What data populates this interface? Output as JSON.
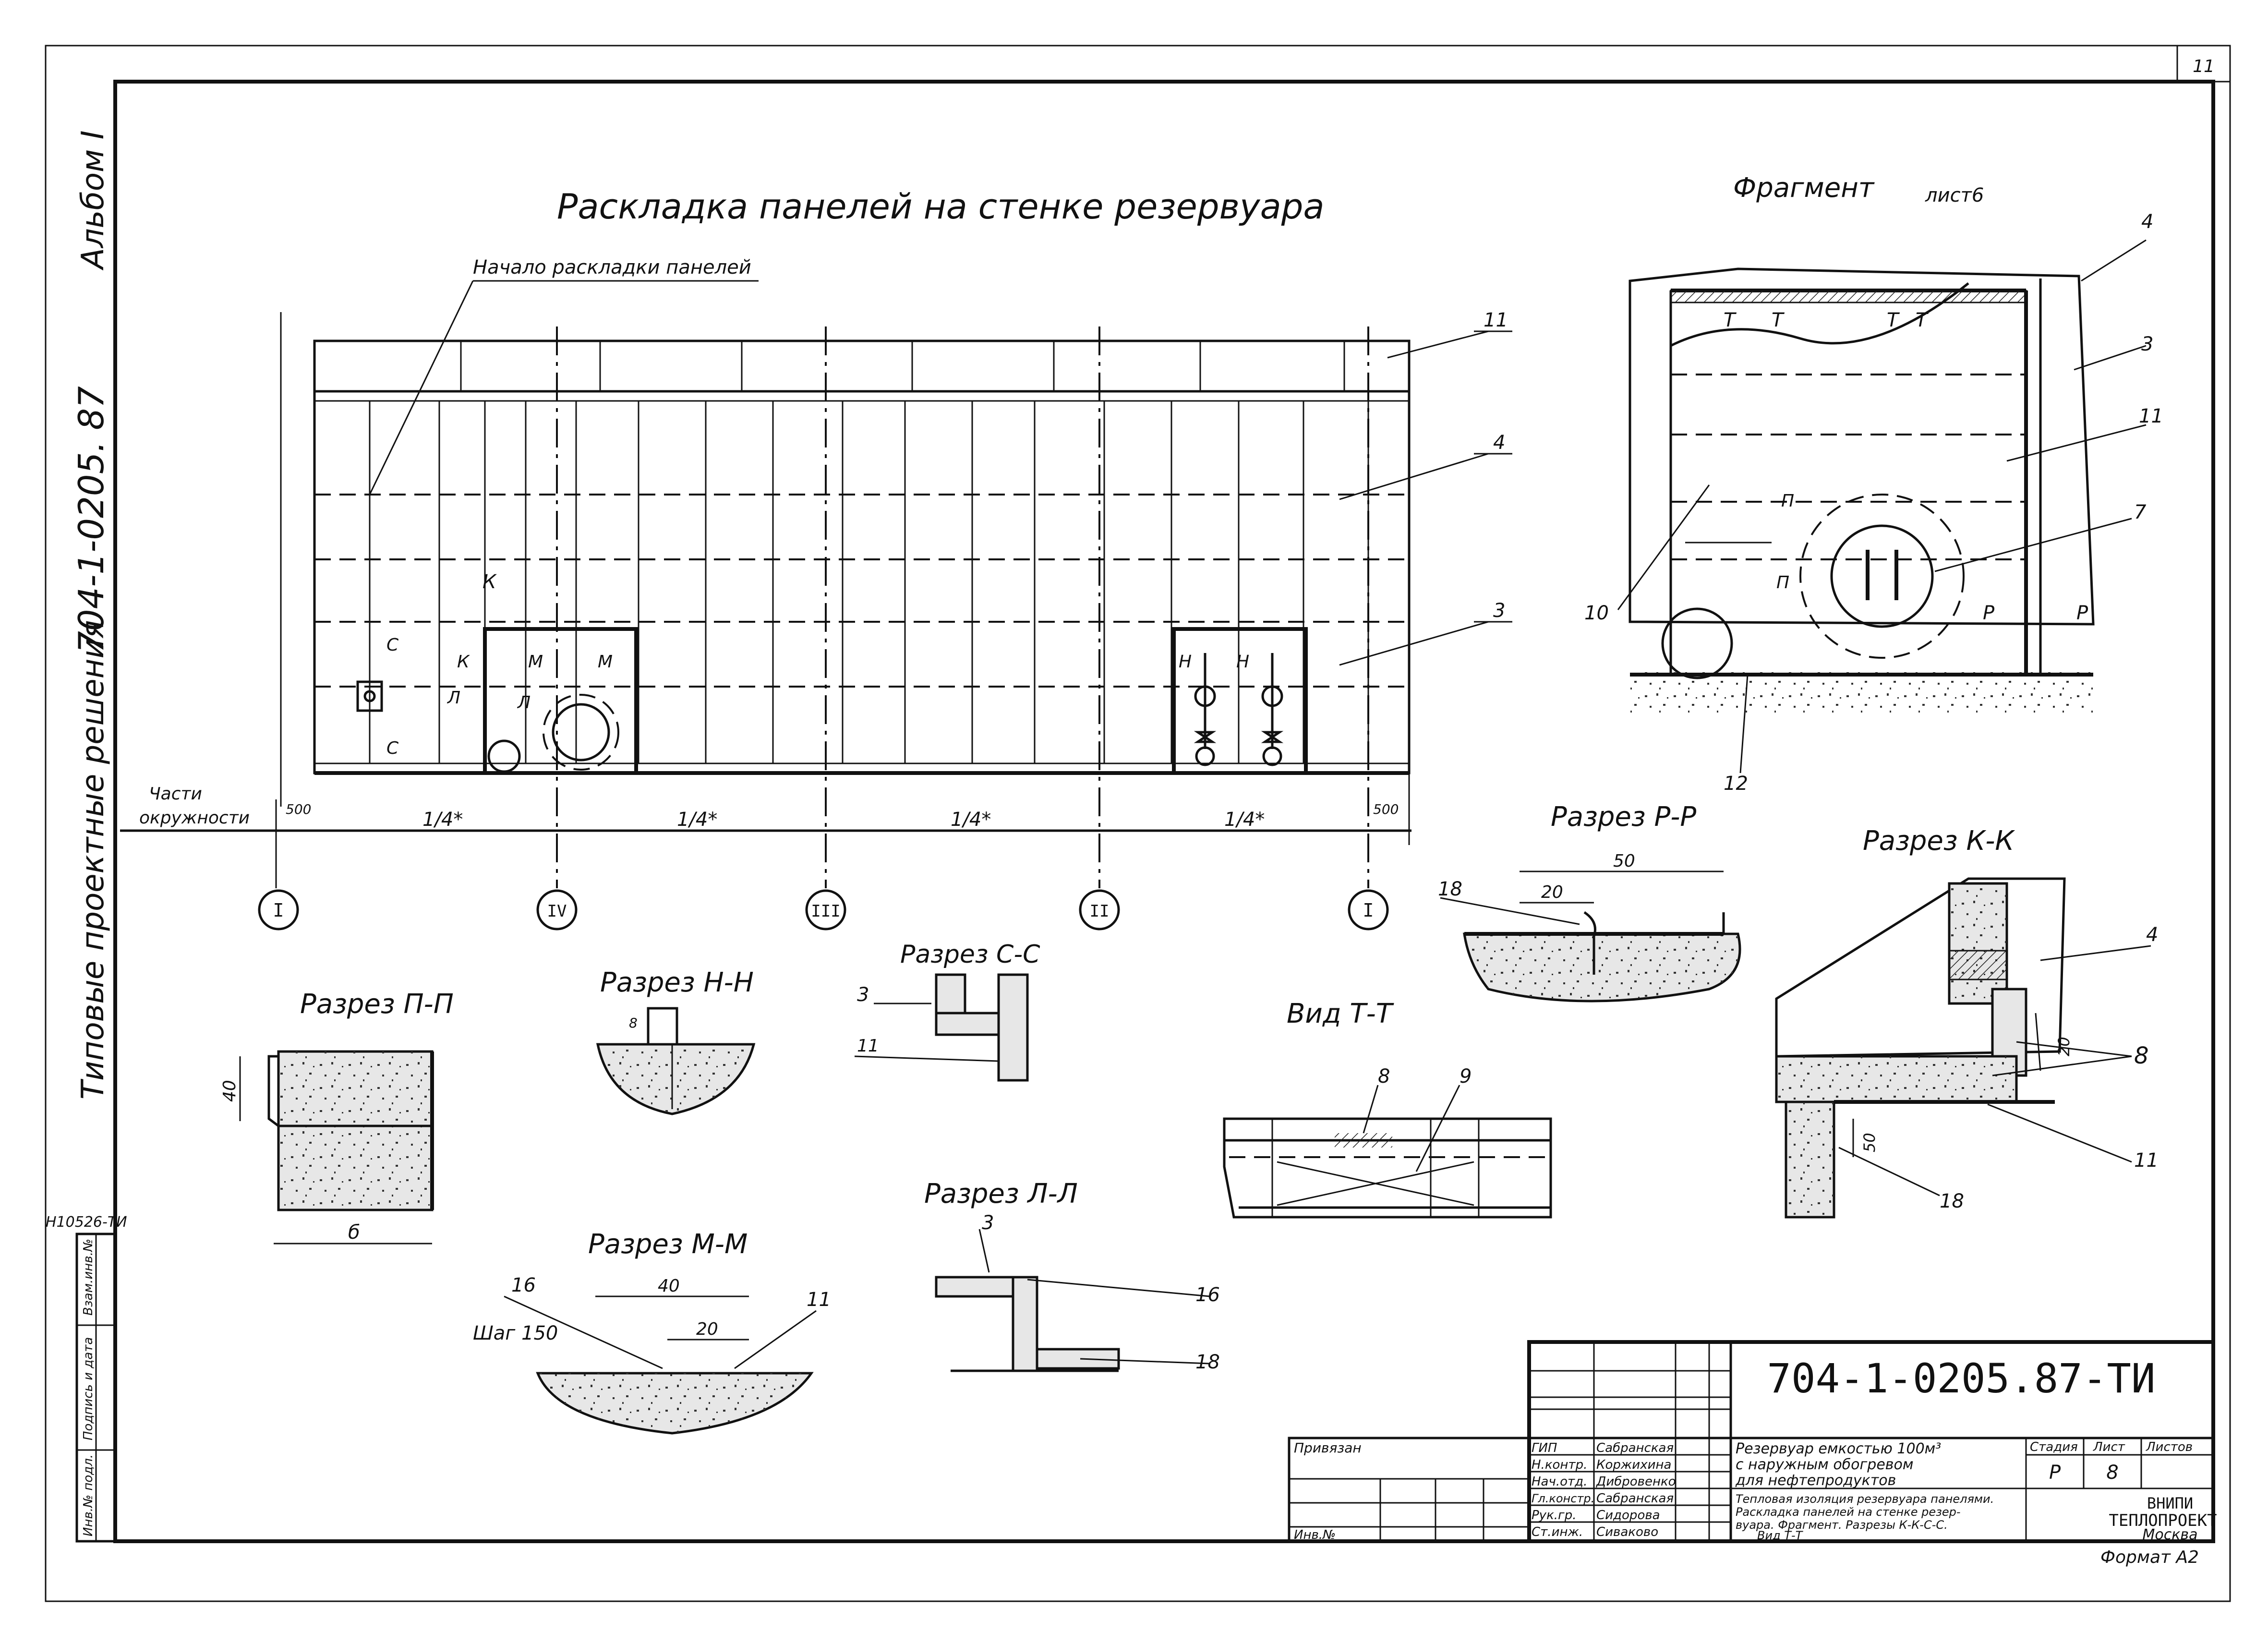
{
  "sheet": {
    "sheet_number": "11",
    "format": "Формат А2"
  },
  "side": {
    "album": "Альбом I",
    "code": "704-1-0205. 87",
    "series": "Типовые проектные решения",
    "inv_code": "Н10526-ТИ",
    "stamp_fields": [
      "Взам.инв.№",
      "Подпись и дата",
      "Инв.№ подл."
    ]
  },
  "main_view": {
    "title": "Раскладка панелей на стенке резервуара",
    "start_label": "Начало раскладки панелей",
    "circumference_label": [
      "Части",
      "окружности"
    ],
    "edge_dims": [
      "500",
      "500"
    ],
    "span_labels": [
      "1/4*",
      "1/4*",
      "1/4*",
      "1/4*"
    ],
    "axis_marks": [
      "I",
      "IV",
      "III",
      "II",
      "I"
    ],
    "callouts": [
      "11",
      "4",
      "3"
    ],
    "section_marks": [
      "К",
      "К",
      "С",
      "С",
      "Л",
      "Л",
      "М",
      "М",
      "Н",
      "Н"
    ]
  },
  "fragment": {
    "title": "Фрагмент",
    "sheet_ref": "лист6",
    "callouts": [
      "4",
      "3",
      "11",
      "7",
      "10",
      "12"
    ],
    "section_marks": [
      "Т",
      "Т",
      "Т",
      "Т",
      "П",
      "П",
      "Р",
      "Р"
    ]
  },
  "sections": {
    "pp": {
      "title": "Разрез П-П",
      "dims": [
        "40",
        "б"
      ]
    },
    "nn": {
      "title": "Разрез Н-Н",
      "dims": [
        "8"
      ]
    },
    "cc": {
      "title": "Разрез С-С",
      "callouts": [
        "3",
        "11"
      ]
    },
    "mm": {
      "title": "Разрез М-М",
      "dims": [
        "40",
        "20"
      ],
      "step": "Шаг 150",
      "callouts": [
        "16",
        "11"
      ]
    },
    "ll": {
      "title": "Разрез Л-Л",
      "callouts": [
        "3",
        "16",
        "18"
      ]
    },
    "tt": {
      "title": "Вид Т-Т",
      "callouts": [
        "8",
        "9"
      ]
    },
    "rr": {
      "title": "Разрез Р-Р",
      "dims": [
        "50",
        "20"
      ],
      "callouts": [
        "18"
      ]
    },
    "kk": {
      "title": "Разрез К-К",
      "dims": [
        "20",
        "50"
      ],
      "callouts": [
        "4",
        "8",
        "11",
        "18"
      ]
    }
  },
  "title_block": {
    "designation": "704-1-0205.87-ТИ",
    "bound_label": "Привязан",
    "inv_label": "Инв.№",
    "roles": [
      "ГИП",
      "Н.контр.",
      "Нач.отд.",
      "Гл.констр.",
      "Рук.гр.",
      "Ст.инж."
    ],
    "names": [
      "Сабранская",
      "Коржихина",
      "Дибровенко",
      "Сабранская",
      "Сидорова",
      "Сиваково"
    ],
    "object_name": [
      "Резервуар емкостью 100м³",
      "с наружным обогревом",
      "для нефтепродуктов"
    ],
    "sheet_name": [
      "Тепловая изоляция резервуара панелями.",
      "Раскладка панелей на стенке резер-",
      "вуара. Фрагмент. Разрезы К-К-С-С.",
      "Вид Т-Т"
    ],
    "stage_label": "Стадия",
    "sheet_label": "Лист",
    "sheets_label": "Листов",
    "stage": "Р",
    "sheet": "8",
    "org": [
      "ВНИПИ",
      "ТЕПЛОПРОЕКТ",
      "Москва"
    ]
  }
}
